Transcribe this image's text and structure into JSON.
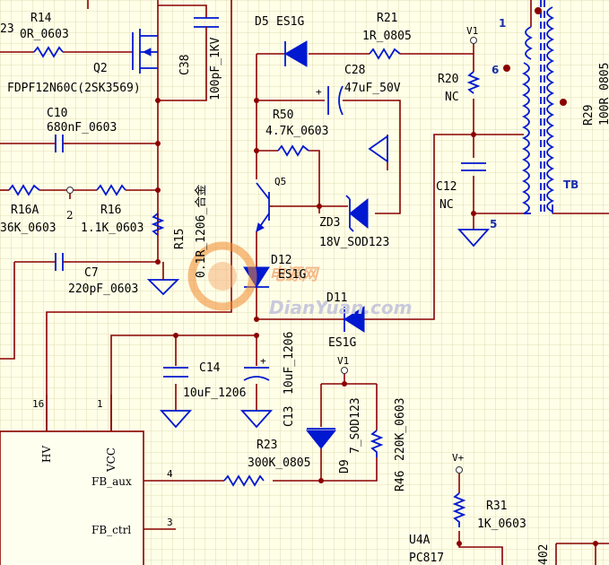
{
  "components": {
    "r14": {
      "ref": "R14",
      "value": "0R_0603"
    },
    "q2": {
      "ref": "Q2",
      "value": "FDPF12N60C(2SK3569)"
    },
    "c38": {
      "ref": "C38",
      "value": "100pF_1KV"
    },
    "d5": {
      "ref": "D5",
      "value": "ES1G"
    },
    "r21": {
      "ref": "R21",
      "value": "1R_0805"
    },
    "c28": {
      "ref": "C28",
      "value": "47uF_50V"
    },
    "r50": {
      "ref": "R50",
      "value": "4.7K_0603"
    },
    "c10": {
      "ref": "C10",
      "value": "680nF_0603"
    },
    "r16a": {
      "ref": "R16A",
      "value": "36K_0603"
    },
    "r16": {
      "ref": "R16",
      "value": "1.1K_0603"
    },
    "q5": {
      "ref": "Q5"
    },
    "zd3": {
      "ref": "ZD3",
      "value": "18V_SOD123"
    },
    "r15": {
      "ref": "R15",
      "value": "0.1R_1206_合金"
    },
    "d12": {
      "ref": "D12",
      "value": "ES1G"
    },
    "c7": {
      "ref": "C7",
      "value": "220pF_0603"
    },
    "d11": {
      "ref": "D11",
      "value": "ES1G"
    },
    "r20": {
      "ref": "R20",
      "value": "NC"
    },
    "c12": {
      "ref": "C12",
      "value": "NC"
    },
    "r29": {
      "ref": "R29",
      "value": "100R_0805"
    },
    "c14": {
      "ref": "C14",
      "value": "10uF_1206"
    },
    "c13": {
      "ref": "C13",
      "value": "10uF_1206"
    },
    "d9": {
      "ref": "D9",
      "value": "7_SOD123"
    },
    "r46": {
      "ref": "R46",
      "value": "220K_0603"
    },
    "r23": {
      "ref": "R23",
      "value": "300K_0805"
    },
    "r31": {
      "ref": "R31",
      "value": "1K_0603"
    },
    "u4a": {
      "ref": "U4A",
      "value": "PC817"
    }
  },
  "nets": {
    "v1": "V1",
    "v1b": "V1",
    "vplus": "V+"
  },
  "transformer": {
    "name": "TB",
    "pin1": "1",
    "pin5": "5",
    "pin6": "6"
  },
  "ic": {
    "pin_hv": "HV",
    "pin_vcc": "VCC",
    "pin_fb_aux": "FB_aux",
    "pin_fb_ctrl": "FB_ctrl",
    "num16": "16",
    "num1": "1",
    "num4": "4",
    "num3": "3"
  },
  "misc": {
    "node2": "2",
    "edge_top_left": "23",
    "edge_bottom_right": "402"
  },
  "watermark": {
    "text": "DianYuan.com",
    "sub": "电源网"
  }
}
